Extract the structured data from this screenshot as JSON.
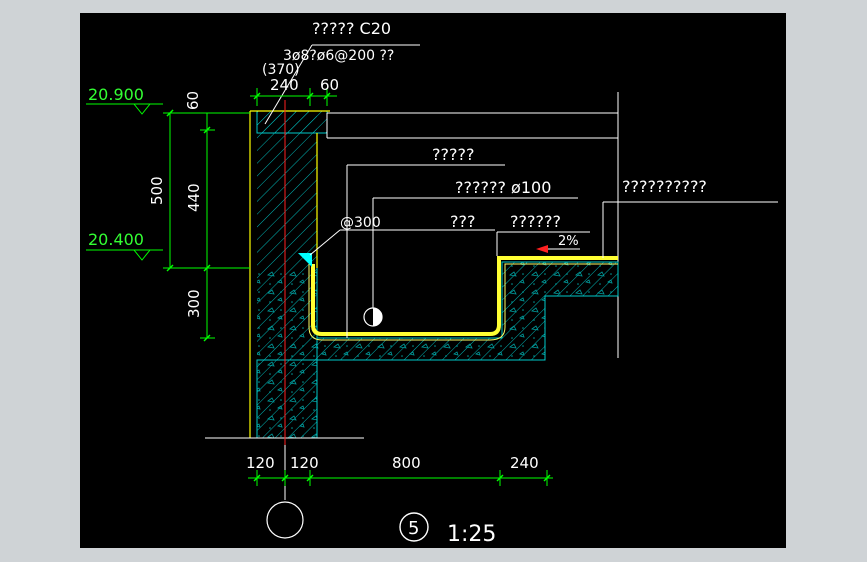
{
  "colors": {
    "background": "#000000",
    "frame": "#cfd3d6",
    "dimension": "#00ff00",
    "wall": "#ffff00",
    "membrane": "#ffff33",
    "axis": "#ff2020",
    "text": "#ffffff",
    "hatch": "#00c8c8"
  },
  "labels": {
    "note_top1": "????? C20",
    "note_top2": "3ø8?ø6@200 ??",
    "thickness": "(370)",
    "note_a": "?????",
    "note_b": "?????? ø100",
    "note_c": "??????????",
    "note_d": "???",
    "note_e": "??????",
    "spacing": "@300",
    "slope": "2%",
    "scale": "1:25",
    "detail_no": "5"
  },
  "elevations": {
    "upper": "20.900",
    "lower": "20.400"
  },
  "dims_top": [
    "240",
    "60"
  ],
  "dims_left": [
    "60",
    "500",
    "440",
    "300"
  ],
  "dims_bottom": [
    "120",
    "120",
    "800",
    "240"
  ]
}
